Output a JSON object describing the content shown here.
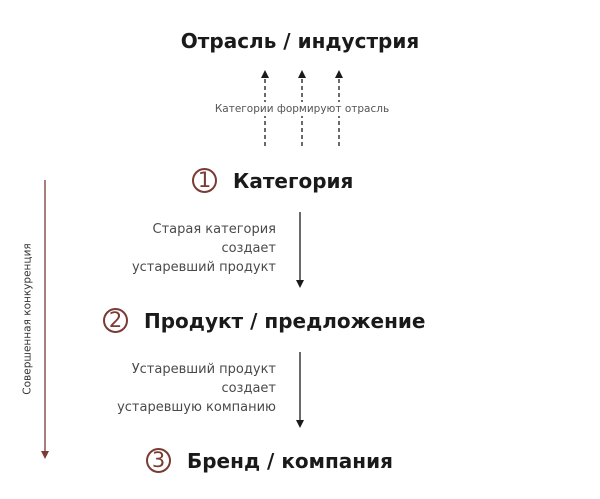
{
  "diagram": {
    "industry": {
      "title": "Отрасль / индустрия",
      "arrows_caption": "Категории формируют отрасль"
    },
    "levels": [
      {
        "number": "1",
        "title": "Категория"
      },
      {
        "number": "2",
        "title": "Продукт / предложение"
      },
      {
        "number": "3",
        "title": "Бренд / компания"
      }
    ],
    "transitions": [
      {
        "lines": [
          "Старая категория",
          "создает",
          "устаревший продукт"
        ]
      },
      {
        "lines": [
          "Устаревший продукт",
          "создает",
          "устаревшую компанию"
        ]
      }
    ],
    "side_axis": {
      "label": "Совершенная конкуренция"
    },
    "colors": {
      "accent": "#7b3a34",
      "text": "#1a1a1a",
      "secondary_text": "#4a4a4a",
      "arrow": "#1a1a1a"
    }
  }
}
